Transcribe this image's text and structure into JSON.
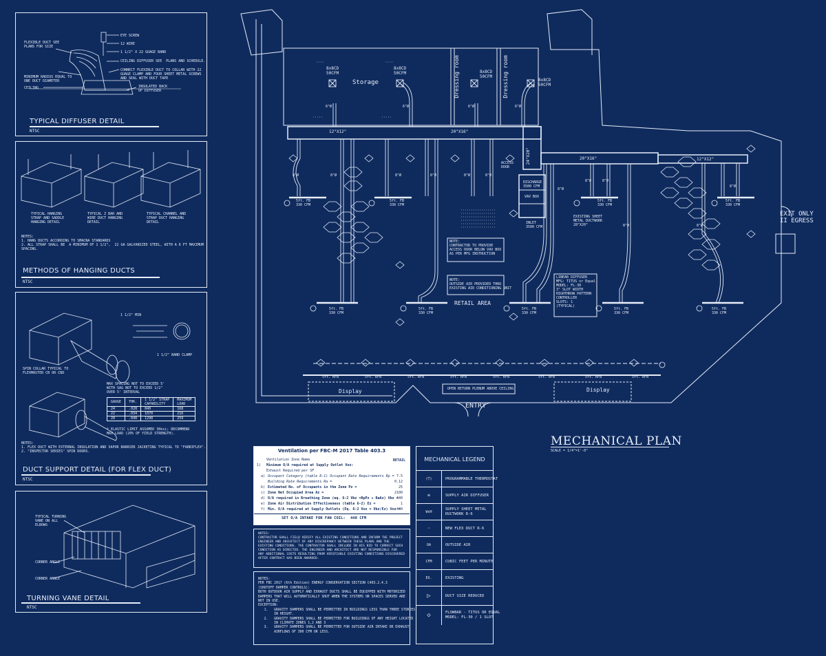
{
  "colors": {
    "background": "#0f2b5e",
    "line": "#e8eef8"
  },
  "diffuser_detail": {
    "title": "TYPICAL DIFFUSER DETAIL",
    "sub": "NTSC",
    "notes": [
      "EYE SCREW",
      "12 WIRE",
      "1 1/2\" X 22 GUAGE BAND",
      "CEILING DIFFUSER SEE  PLANS AND SCHEDULE.",
      "CONNECT FLEXIBLE DUCT TO COLLAR WITH 22\nGUAGE CLAMP AND FOUR SHEET METAL SCREWS\nAND SEAL WITH DUCT TAPE",
      "INSULATED BACK\nOF DIFFUSER",
      "FLEXIBLE DUCT SEE\nPLANS FOR SIZE",
      "MINIMUM RADIUS EQUAL TO\nONE DUCT DIAMETER",
      "CEILING"
    ]
  },
  "hanging_detail": {
    "title": "METHODS OF HANGING DUCTS",
    "sub": "NTSC",
    "captions": [
      "TYPICAL HANGING\nSTRAP AND SADDLE\nHANGING DETAIL",
      "TYPICAL Z BAR AND\nWIRE DUCT HANGING\nDETAIL",
      "TYPICAL CHANNEL AND\nSTRAP DUCT HANGING\nDETAIL"
    ],
    "notes": "NOTES:\n1. HANG DUCTS ACCORDING TO SMACNA STANDARDS\n2. ALL STRAP SHALL BE  A MINIMUM OF 1 1/2\",  22 GA GALVANIZED STEEL, WITH A 6 FT MAXIMUM\nSPACING."
  },
  "support_detail": {
    "title": "DUCT SUPPORT DETAIL (FOR FLEX DUCT)",
    "sub": "NTSC",
    "labels": [
      "1 1/2\" MIN",
      "1 1/2\" BAND CLAMP",
      "SPIN COLLAR TYPICAL TO\nFLEXMASTER CB OR CBD",
      "MAX SPACING NOT TO EXCEED 5'\nWITH SAG NOT TO EXCEED 1/2\"\nOVER 5' INTERVAL"
    ],
    "table": {
      "headers": [
        "GAUGE",
        "THK.",
        "1 1/2\" STRAP\nCAPABILITY",
        "MAXIMUM\nLOAD"
      ],
      "rows": [
        [
          "24",
          ".028",
          "840",
          "168"
        ],
        [
          "22",
          ".034",
          "1070",
          "216"
        ],
        [
          "20",
          ".040",
          "1298",
          "259"
        ]
      ]
    },
    "footnote": "* ELASTIC LIMIT ASSUMED 30ksi; RECOMMEND\nMAX LOAD (20% OF YIELD STRENGTH).",
    "notes": "NOTES:\n1. FLEX DUCT WITH EXTERNAL INSULATION AND VAPOR BARRIER JACKETING TYPICAL TO \"FABRIFLEX\".\n2. \"INSPECTOR SERIES\" SPIN DOORS."
  },
  "vane_detail": {
    "title": "TURNING VANE DETAIL",
    "sub": "NTSC",
    "labels": [
      "TYPICAL TURNING\nVANE ON ALL\nELBOWS",
      "CORNER ANGLE",
      "CORNER ANGLE"
    ]
  },
  "plan": {
    "title": "MECHANICAL PLAN",
    "scale": "SCALE = 1/4\"=1'-0\"",
    "rooms": [
      "Storage",
      "Dressing room",
      "Dressing room",
      "RETAIL AREA",
      "Display",
      "Display",
      "ENTRY"
    ],
    "exit": "EXIT ONLY\nII EGRESS",
    "diffusers": [
      "8x8CD\n50CFM",
      "8x8CD\n50CFM",
      "8x8CD\n50CFM",
      "8x8CD\n50CFM"
    ],
    "ducts": [
      "12\"X12\"",
      "20\"X16\"",
      "24\"X20\"",
      "20\"X16\"",
      "12\"X12\""
    ],
    "vav": {
      "discharge": "DISCHARGE\n3500 CFM",
      "box": "VAV BOX",
      "inlet": "INLET\n3500 CFM",
      "access": "ACCESS\nDOOR"
    },
    "existing": "EXISTING SHEET\nMETAL DUCTWORK\n28\"X20\"",
    "fb_top": "5ft. FB\n330 CFM",
    "fb_bottom": "5ft. FB\n330 CFM",
    "rfb": "5ft. RFB",
    "flex": "8\"Ø",
    "flex6": "6\"Ø",
    "note1": "NOTE:\nCONTRACTOR TO PROVIDE\nACCESS DOOR BELOW VAV BOX\nAS PER MFG INSTRUCTION",
    "note2": "NOTE:\nOUTSIDE AIR PROVIDED THRU\nEXISTING AIR CONDITIONING UNIT",
    "linear": "LINEAR DIFFUSER\nMFG: TITUS or Equal\nMODEL: FL-30\n3\" SLOT WIDTH\nHIGHTHROW PATTERN\nCONTROLLER\nSLOTS: 1\n(TYPICAL)",
    "plenum": "OPEN RETURN PLENUM ABOVE CEILING"
  },
  "ventilation": {
    "title": "Ventilation per FBC-M 2017 Table 403.3",
    "col": "RETAIL",
    "rows": [
      [
        "",
        "Ventilation Zone Name",
        ""
      ],
      [
        "1)",
        "Minimum O/A required at Supply Outlet Voz:",
        ""
      ],
      [
        "",
        "Exhaust Required per SF",
        ""
      ],
      [
        "a)",
        "Occupant Category (table 6-1)      Occupant Rate Requirements Rp =",
        "7.5"
      ],
      [
        "",
        "                                    Building Rate Requirements Ra =",
        "0.12"
      ],
      [
        "b)",
        "Estimated No. of Occupants in the Zone Pz =",
        "25"
      ],
      [
        "c)",
        "Zone Net Occupied Area Az =",
        "2100"
      ],
      [
        "d)",
        "O/A required in Breathing Zone (eq. 6-2 Vbz =RpPz + RaAz) Vbz =",
        "440"
      ],
      [
        "e)",
        "Zone Air Distribution Effectiveness (table 6-2) Ez =",
        "1"
      ],
      [
        "f)",
        "Min. O/A required at Supply Outlets (Eq. 6-2 Voz = Vbz/Ez) Voz =",
        "440"
      ]
    ],
    "total_label": "SET O/A INTAKE FOR FAN COIL:",
    "total_value": "440 CFM"
  },
  "notes_box": "NOTES:\nCONTRACTOR SHALL FIELD VERIFY ALL EXISTING CONDITIONS AND INFORM THE PROJECT\nENGINEER AND ARCHITECT OF ANY DISCREPANCY BETWEEN THESE PLANS AND THE\nEXISTING CONDITIONS. THE CONTRACTOR SHALL INCLUDE IN HIS BID TO CORRECT SUCH\nCONDITION AS DIRECTED. THE ENGINEER AND ARCHITECT ARE NOT RESPONSIBLE FOR\nANY ADDITIONAL COSTS RESULTING FROM VERIFIABLE EXISTING CONDITIONS DISCOVERED\nAFTER CONTRACT HAS BEEN AWARDED.",
  "energy_box": "NOTES:\nPER FBC 2017 (6th Edition) ENERGY CONSERVATION SECTION C403.2.4.3\n(SHUTOFF DAMPER CONTROLS):\nBOTH OUTDOOR AIR SUPPLY AND EXHAUST DUCTS SHALL BE EQUIPPED WITH MOTORIZED\nDAMPERS THAT WILL AUTOMATICALLY SHUT WHEN THE SYSTEMS OR SPACES SERVED ARE\nNOT IN USE.\nEXCEPTION:\n   1.   GRAVITY DAMPERS SHALL BE PERMITTED IN BUILDINGS LESS THAN THREE STORIES\n        IN HEIGHT.\n   2.   GRAVITY DAMPERS SHALL BE PERMITTED FOR BUILDINGS OF ANY HEIGHT LOCATED\n        IN CLIMATE ZONES 1,2 AND 3\n   3.   GRAVITY DAMPERS SHALL BE PERMITTED FOR OUTSIDE AIR INTAKE OR EXHAUST\n        AIRFLOWS OF 300 CFM OR LESS.",
  "legend": {
    "title": "MECHANICAL  LEGEND",
    "items": [
      {
        "sym": "(T)",
        "text": "PROGRAMMABLE THERMOSTAT",
        "icon": "thermostat-icon"
      },
      {
        "sym": "⊠",
        "text": "SUPPLY AIR DIFFUSER",
        "icon": "diffuser-icon"
      },
      {
        "sym": "WxH",
        "text": "SUPPLY SHEET METAL\nDUCTWORK R-6",
        "icon": "ductwork-icon"
      },
      {
        "sym": "⌒",
        "text": "NEW FLEX DUCT R-6",
        "icon": "flex-duct-icon"
      },
      {
        "sym": "OA",
        "text": "OUTSIDE AIR",
        "icon": ""
      },
      {
        "sym": "CFM",
        "text": "CUBIC FEET PER MINUTE",
        "icon": ""
      },
      {
        "sym": "EX.",
        "text": "EXISTING",
        "icon": ""
      },
      {
        "sym": "▷",
        "text": "DUCT SIZE REDUCED",
        "icon": "reducer-icon"
      },
      {
        "sym": "◇",
        "text": "FLOWBAR - TITUS OR EQUAL\nMODEL: FL-30 / 1 SLOT",
        "icon": "flowbar-icon"
      }
    ]
  }
}
